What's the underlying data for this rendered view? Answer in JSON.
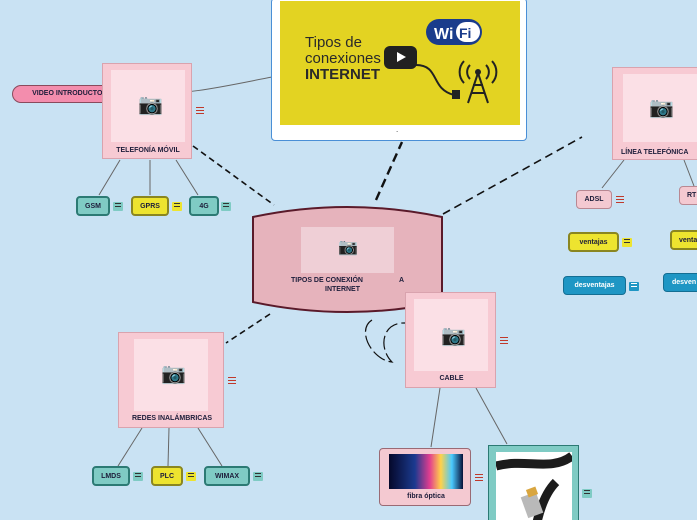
{
  "central": {
    "label_part1": "TIPOS DE CONEXIÓN",
    "label_part2": "A",
    "label_part3": "INTERNET"
  },
  "video": {
    "thumb_title_line1": "Tipos de",
    "thumb_title_line2": "conexiones",
    "thumb_title_line3": "INTERNET",
    "wifi_text": "Wi Fi",
    "caption": "."
  },
  "video_intro": {
    "label": "VIDEO INTRODUCTORIO"
  },
  "telefonia_movil": {
    "label": "TELEFONÍA MÓVIL",
    "children": [
      "GSM",
      "GPRS",
      "4G"
    ]
  },
  "linea_telefonica": {
    "label": "LÍNEA TELEFÓNICA",
    "adsl": "ADSL",
    "adsl_ventajas": "ventajas",
    "adsl_desventajas": "desventajas",
    "rtc": "RT",
    "rtc_ventajas": "venta",
    "rtc_desventajas": "desven"
  },
  "redes_inalambricas": {
    "label": "REDES INALÁMBRICAS",
    "children": [
      "LMDS",
      "PLC",
      "WIMAX"
    ]
  },
  "cable": {
    "label": "CABLE",
    "fibra": "fibra óptica"
  },
  "colors": {
    "background": "#c9e2f3",
    "pink": "#f7cad3",
    "central": "#e6b3bc",
    "teal": "#7fcbc4",
    "yellow": "#ede42f",
    "blue": "#1e96c4",
    "video_bg": "#e3d322"
  },
  "icons": [
    "camera-icon",
    "menu-icon",
    "play-icon",
    "wifi-icon",
    "antenna-icon"
  ]
}
